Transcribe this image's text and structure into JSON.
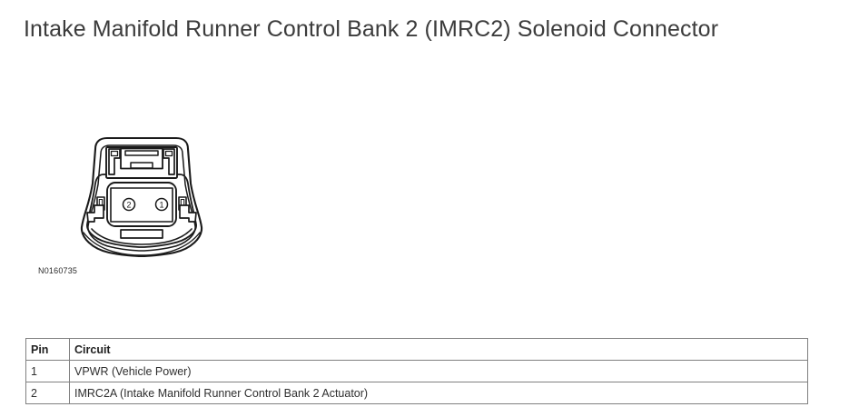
{
  "page": {
    "title": "Intake Manifold Runner Control Bank 2 (IMRC2) Solenoid Connector",
    "background_color": "#ffffff",
    "title_color": "#3c3c3c"
  },
  "figure": {
    "name": "connector-face-view",
    "reference_label": "N0160735",
    "line_color": "#1a1a1a",
    "pin_markers": [
      {
        "label": "2",
        "position": "left"
      },
      {
        "label": "1",
        "position": "right"
      }
    ]
  },
  "pin_table": {
    "columns": [
      "Pin",
      "Circuit"
    ],
    "rows": [
      {
        "pin": "1",
        "circuit": "VPWR (Vehicle Power)"
      },
      {
        "pin": "2",
        "circuit": "IMRC2A (Intake Manifold Runner Control Bank 2 Actuator)"
      }
    ],
    "border_color": "#808080"
  }
}
